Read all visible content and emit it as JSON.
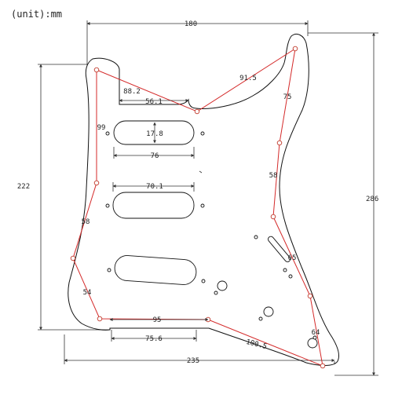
{
  "unit_label": "(unit):mm",
  "dimensions": {
    "top_width": "180",
    "bottom_width": "235",
    "left_height": "222",
    "right_height": "286",
    "d_88_2": "88.2",
    "d_56_1": "56.1",
    "d_91_5": "91.5",
    "d_75": "75",
    "d_99": "99",
    "d_17_8": "17.8",
    "d_76": "76",
    "d_70_1": "70.1",
    "d_58_left": "58",
    "d_58_right": "58",
    "d_65": "65",
    "d_54": "54",
    "d_95": "95",
    "d_75_6": "75.6",
    "d_100_5": "100.5",
    "d_64": "64"
  },
  "colors": {
    "outline": "#111111",
    "screw_line": "#d42a2a",
    "dimension": "#333333"
  }
}
